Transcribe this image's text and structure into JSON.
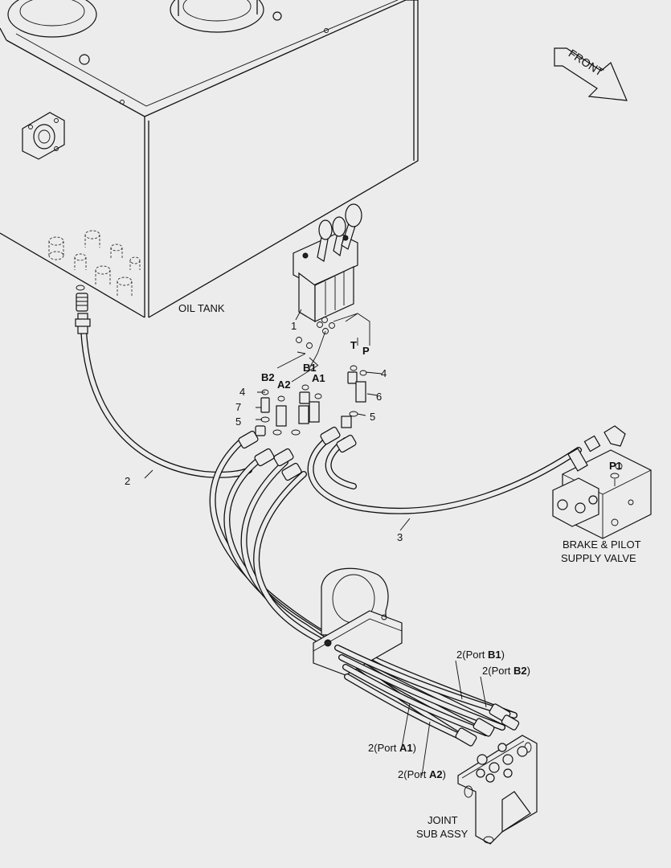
{
  "labels": {
    "oil_tank": "OIL TANK",
    "front": "FRONT",
    "brake_valve_line1": "BRAKE & PILOT",
    "brake_valve_line2": "SUPPLY VALVE",
    "joint_line1": "JOINT",
    "joint_line2": "SUB ASSY"
  },
  "ports": {
    "b2": "B2",
    "a2": "A2",
    "b1": "B1",
    "a1": "A1",
    "t": "T",
    "p": "P",
    "p1": "P1"
  },
  "callouts": {
    "n1": "1",
    "n2": "2",
    "n3": "3",
    "n4_left": "4",
    "n4_right": "4",
    "n5_left": "5",
    "n5_right": "5",
    "n6": "6",
    "n7": "7"
  },
  "hose_labels": [
    {
      "num": "2",
      "port_prefix": "(Port ",
      "port": "B1",
      "suffix": ")"
    },
    {
      "num": "2",
      "port_prefix": "(Port ",
      "port": "B2",
      "suffix": ")"
    },
    {
      "num": "2",
      "port_prefix": "(Port ",
      "port": "A1",
      "suffix": ")"
    },
    {
      "num": "2",
      "port_prefix": "(Port ",
      "port": "A2",
      "suffix": ")"
    }
  ]
}
